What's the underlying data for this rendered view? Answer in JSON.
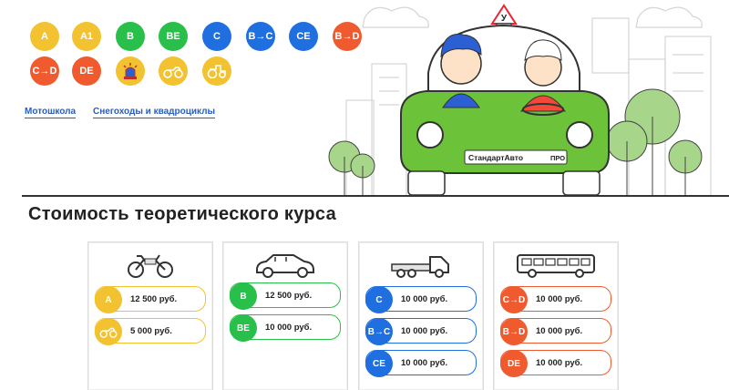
{
  "categories_row1": [
    "A",
    "A1",
    "B",
    "BE",
    "C",
    "B→C",
    "CE",
    "B→D"
  ],
  "categories_row2": [
    "C→D",
    "DE",
    "tractor-beacon-icon",
    "quad-bike-icon",
    "tractor-icon"
  ],
  "nav": {
    "moto_school": "Мотошкола",
    "snow_quad": "Снегоходы и квадроциклы"
  },
  "hero": {
    "plate": "СтандартАвто",
    "plate_suffix": "ПРО",
    "roof_sign": "У"
  },
  "section_title": "Стоимость теоретического курса",
  "cards": [
    {
      "vehicle": "motorcycle",
      "prices": [
        {
          "badge": "A",
          "amount": "12 500 руб."
        },
        {
          "badge": "quad-icon",
          "amount": "5 000 руб."
        }
      ]
    },
    {
      "vehicle": "car",
      "prices": [
        {
          "badge": "B",
          "amount": "12 500 руб."
        },
        {
          "badge": "BE",
          "amount": "10 000 руб."
        }
      ]
    },
    {
      "vehicle": "truck",
      "prices": [
        {
          "badge": "C",
          "amount": "10 000 руб."
        },
        {
          "badge": "B→C",
          "amount": "10 000 руб."
        },
        {
          "badge": "CE",
          "amount": "10 000 руб."
        }
      ]
    },
    {
      "vehicle": "bus",
      "prices": [
        {
          "badge": "C→D",
          "amount": "10 000 руб."
        },
        {
          "badge": "B→D",
          "amount": "10 000 руб."
        },
        {
          "badge": "DE",
          "amount": "10 000 руб."
        }
      ]
    }
  ],
  "colors": {
    "yellow": "#f2c230",
    "green": "#28c04a",
    "blue": "#1f6fe0",
    "red": "#ef5a2e",
    "car_body": "#6cc33a"
  }
}
